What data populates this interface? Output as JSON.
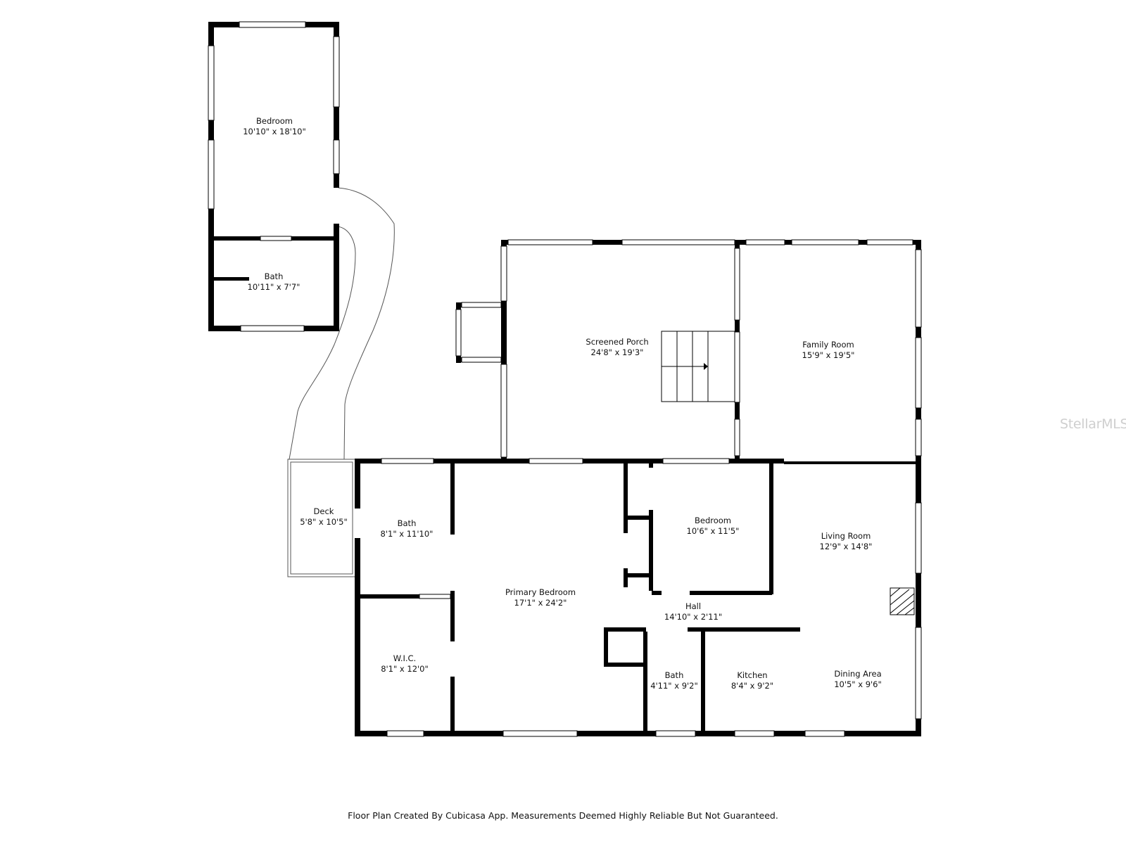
{
  "rooms": {
    "bedroom_upper": {
      "name": "Bedroom",
      "dims": "10'10\" x 18'10\""
    },
    "bath_upper": {
      "name": "Bath",
      "dims": "10'11\" x 7'7\""
    },
    "screened_porch": {
      "name": "Screened Porch",
      "dims": "24'8\" x 19'3\""
    },
    "family_room": {
      "name": "Family Room",
      "dims": "15'9\" x 19'5\""
    },
    "deck": {
      "name": "Deck",
      "dims": "5'8\" x 10'5\""
    },
    "bath_left": {
      "name": "Bath",
      "dims": "8'1\" x 11'10\""
    },
    "primary_bedroom": {
      "name": "Primary Bedroom",
      "dims": "17'1\" x 24'2\""
    },
    "bedroom_mid": {
      "name": "Bedroom",
      "dims": "10'6\" x 11'5\""
    },
    "living_room": {
      "name": "Living Room",
      "dims": "12'9\" x 14'8\""
    },
    "hall": {
      "name": "Hall",
      "dims": "14'10\" x 2'11\""
    },
    "wic": {
      "name": "W.I.C.",
      "dims": "8'1\" x 12'0\""
    },
    "bath_small": {
      "name": "Bath",
      "dims": "4'11\" x 9'2\""
    },
    "kitchen": {
      "name": "Kitchen",
      "dims": "8'4\" x 9'2\""
    },
    "dining_area": {
      "name": "Dining Area",
      "dims": "10'5\" x 9'6\""
    }
  },
  "footer": "Floor Plan Created By Cubicasa App. Measurements Deemed Highly Reliable But Not Guaranteed.",
  "watermark": "StellarMLS",
  "colors": {
    "wall": "#000000",
    "window": "#ffffff",
    "path": "#555555",
    "watermark": "#cfcfcf"
  }
}
